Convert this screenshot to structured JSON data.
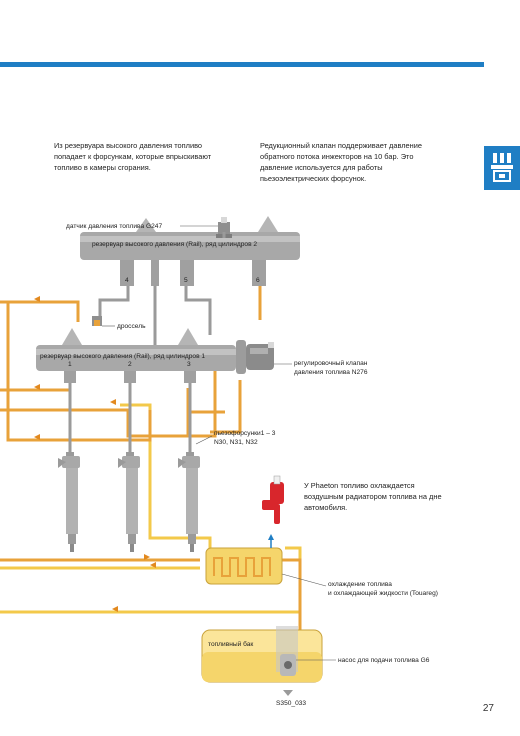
{
  "header": {
    "bar_color": "#1f7ec4",
    "side_icon": "fuel-injection-icon"
  },
  "text": {
    "left_paragraph": "Из резервуара высокого давления топливо\nпопадает к форсункам, которые впрыскивают\nтопливо в камеры сгорания.",
    "right_paragraph": "Редукционный клапан поддерживает давление\nобратного потока инжекторов на 10 бар. Это\nдавление используется для работы\nпьезоэлектрических форсунок.",
    "phaeton_note": "У Phaeton топливо охлаждается\nвоздушным радиатором топлива на дне\nавтомобиля."
  },
  "labels": {
    "pressure_sensor": "датчик давления топлива G247",
    "rail_bank2": "резервуар высокого давления (Rail), ряд цилиндров 2",
    "rail_bank1": "резервуар высокого давления (Rail), ряд цилиндров 1",
    "throttle": "дроссель",
    "regulator_valve": "регулировочный клапан\nдавления топлива N276",
    "injectors": "пьезофорсунки1 – 3\nN30, N31, N32",
    "cooler": "охлаждение топлива\nи охлаждающей жидкости (Touareg)",
    "tank": "топливный бак",
    "pump": "насос для подачи топлива G6",
    "figure_code": "S350_033"
  },
  "cylinders": {
    "bank2": [
      "4",
      "5",
      "6"
    ],
    "bank1": [
      "1",
      "2",
      "3"
    ]
  },
  "colors": {
    "rail": "#a8a8a8",
    "high_pressure": "#9a9a9a",
    "return_line": "#e8a23a",
    "supply_line": "#f3c94a",
    "fuel": "#f5d56b",
    "arrow": "#e2891f",
    "accent_red": "#d8262c"
  },
  "page": {
    "number": "27"
  }
}
